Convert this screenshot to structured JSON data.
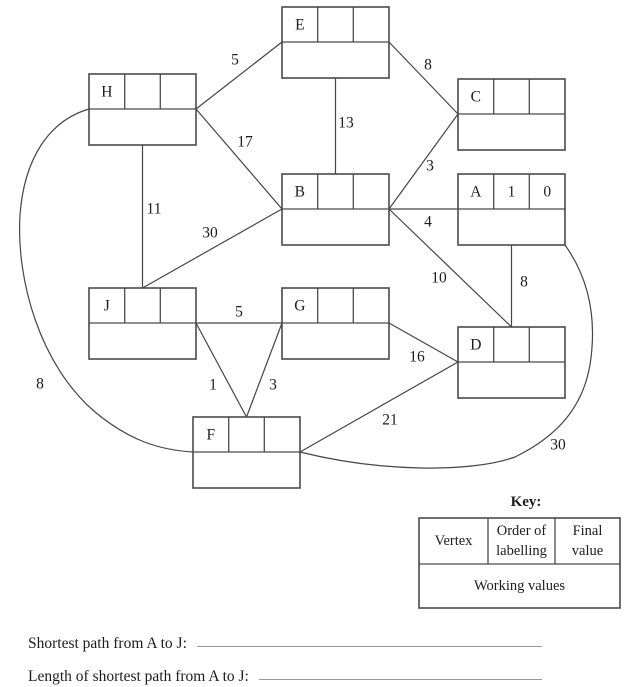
{
  "vertices": {
    "A": {
      "label": "A",
      "order": "1",
      "final": "0",
      "working": ""
    },
    "B": {
      "label": "B",
      "order": "",
      "final": "",
      "working": ""
    },
    "C": {
      "label": "C",
      "order": "",
      "final": "",
      "working": ""
    },
    "D": {
      "label": "D",
      "order": "",
      "final": "",
      "working": ""
    },
    "E": {
      "label": "E",
      "order": "",
      "final": "",
      "working": ""
    },
    "F": {
      "label": "F",
      "order": "",
      "final": "",
      "working": ""
    },
    "G": {
      "label": "G",
      "order": "",
      "final": "",
      "working": ""
    },
    "H": {
      "label": "H",
      "order": "",
      "final": "",
      "working": ""
    },
    "J": {
      "label": "J",
      "order": "",
      "final": "",
      "working": ""
    }
  },
  "edges": [
    {
      "from": "H",
      "to": "E",
      "weight": "5"
    },
    {
      "from": "E",
      "to": "C",
      "weight": "8"
    },
    {
      "from": "E",
      "to": "B",
      "weight": "13"
    },
    {
      "from": "C",
      "to": "B",
      "weight": "3"
    },
    {
      "from": "H",
      "to": "B",
      "weight": "17"
    },
    {
      "from": "H",
      "to": "J",
      "weight": "11"
    },
    {
      "from": "J",
      "to": "B",
      "weight": "30"
    },
    {
      "from": "B",
      "to": "A",
      "weight": "4"
    },
    {
      "from": "B",
      "to": "D",
      "weight": "10"
    },
    {
      "from": "A",
      "to": "D",
      "weight": "8"
    },
    {
      "from": "J",
      "to": "G",
      "weight": "5"
    },
    {
      "from": "G",
      "to": "D",
      "weight": "16"
    },
    {
      "from": "J",
      "to": "F",
      "weight": "1"
    },
    {
      "from": "G",
      "to": "F",
      "weight": "3"
    },
    {
      "from": "F",
      "to": "D",
      "weight": "21"
    },
    {
      "from": "H",
      "to": "F",
      "weight": "8"
    },
    {
      "from": "A",
      "to": "F",
      "weight": "30"
    }
  ],
  "key": {
    "title": "Key:",
    "vertex": "Vertex",
    "order_line1": "Order of",
    "order_line2": "labelling",
    "final_line1": "Final",
    "final_line2": "value",
    "working": "Working values"
  },
  "footer": {
    "prompt_path": "Shortest path from A to J:",
    "answer_path": "",
    "prompt_length": "Length of shortest path from A to J:",
    "answer_length": ""
  },
  "colors": {
    "ink": "#1c1c1c",
    "line": "#454545",
    "box_border": "#4a4a4a",
    "underline": "#9a9a9a",
    "background": "#ffffff"
  }
}
